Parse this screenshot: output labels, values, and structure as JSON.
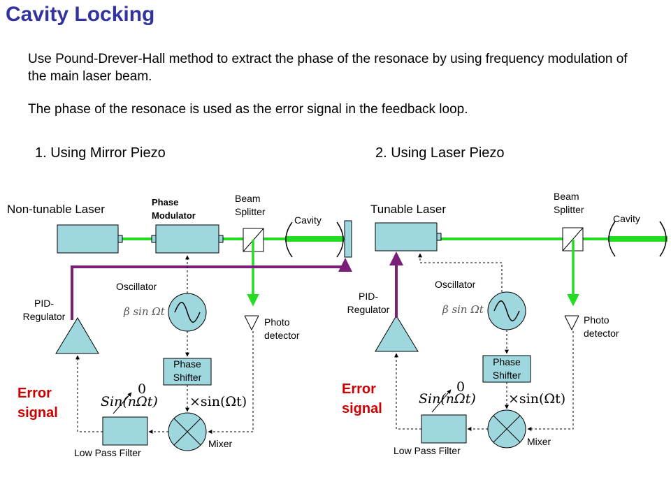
{
  "title": "Cavity Locking",
  "intro": [
    "Use Pound-Drever-Hall method to extract the phase of the resonace by using frequency modulation of the main laser beam.",
    "The phase of the resonace is used as the error signal in the feedback loop."
  ],
  "left": {
    "heading": "1. Using Mirror Piezo",
    "laser_label": "Non-tunable Laser",
    "phase_modulator_line1": "Phase",
    "phase_modulator_line2": "Modulator",
    "splitter_line1": "Beam",
    "splitter_line2": "Splitter",
    "cavity_label": "Cavity",
    "oscillator_label": "Oscillator",
    "pid_line1": "PID-",
    "pid_line2": "Regulator",
    "detector_line1": "Photo",
    "detector_line2": "detector",
    "shifter_line1": "Phase",
    "shifter_line2": "Shifter",
    "error_line1": "Error",
    "error_line2": "signal",
    "lpf_label": "Low Pass Filter",
    "mixer_label": "Mixer",
    "beta_expr": "β sin Ωt",
    "sin_expr": "Sin(nΩt)",
    "zero_label": "0",
    "times_expr": "×sin(Ωt)"
  },
  "right": {
    "heading": "2. Using Laser Piezo",
    "laser_label": "Tunable Laser",
    "splitter_line1": "Beam",
    "splitter_line2": "Splitter",
    "cavity_label": "Cavity",
    "oscillator_label": "Oscillator",
    "pid_line1": "PID-",
    "pid_line2": "Regulator",
    "detector_line1": "Photo",
    "detector_line2": "detector",
    "shifter_line1": "Phase",
    "shifter_line2": "Shifter",
    "error_line1": "Error",
    "error_line2": "signal",
    "lpf_label": "Low Pass Filter",
    "mixer_label": "Mixer",
    "beta_expr": "β sin Ωt",
    "sin_expr": "Sin(nΩt)",
    "zero_label": "0",
    "times_expr": "×sin(Ωt)"
  },
  "colors": {
    "title": "#3333a0",
    "box_fill": "#9fd7df",
    "beam": "#22dd22",
    "feedback": "#7a1e78",
    "error_text": "#cc0000"
  }
}
